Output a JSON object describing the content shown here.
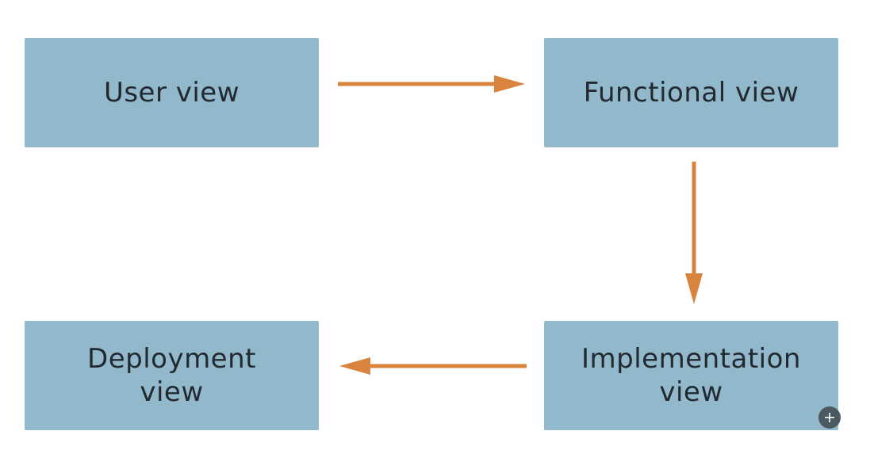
{
  "diagram": {
    "nodes": {
      "user": {
        "label": "User view"
      },
      "functional": {
        "label": "Functional view"
      },
      "implementation": {
        "label": "Implementation\nview"
      },
      "deployment": {
        "label": "Deployment\nview"
      }
    },
    "edges": [
      {
        "from": "user",
        "to": "functional"
      },
      {
        "from": "functional",
        "to": "implementation"
      },
      {
        "from": "implementation",
        "to": "deployment"
      }
    ]
  },
  "colors": {
    "box_fill": "#92b8cc",
    "arrow": "#d9843e",
    "text": "#222a30",
    "add_button": "#4a5a60"
  },
  "controls": {
    "add_button_icon": "plus-icon"
  }
}
